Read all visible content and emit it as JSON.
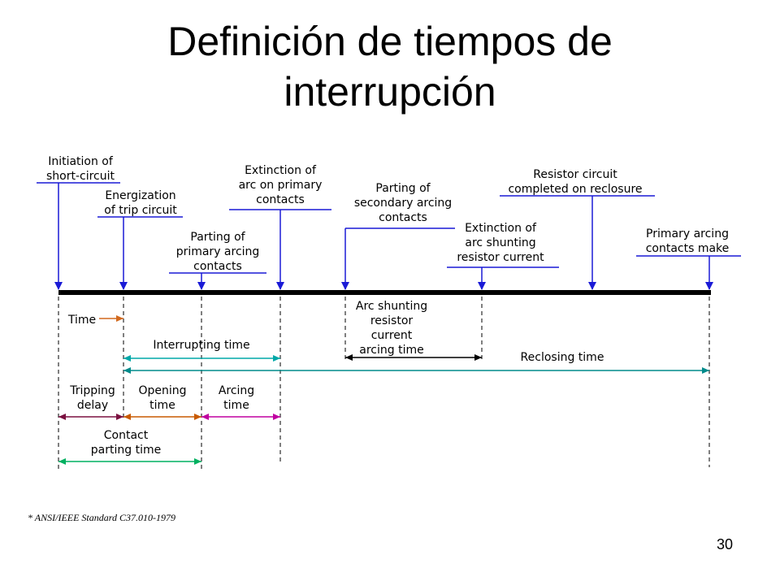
{
  "slide": {
    "title": "Definición de tiempos de\ninterrupción",
    "footnote": "* ANSI/IEEE Standard C37.010-1979",
    "page_number": "30"
  },
  "colors": {
    "event_line": "#1a1ad6",
    "time_arrow": "#d2691e",
    "interrupting_arrow": "#00a8a8",
    "reclosing_arrow": "#008b8b",
    "arc_shunting_arrow": "#000000",
    "tripping_arrow": "#7b1040",
    "opening_arrow": "#c85a00",
    "arcing_arrow": "#c000a0",
    "contact_parting_arrow": "#00b060"
  },
  "events": [
    {
      "id": "initiation",
      "lines": [
        "Initiation of",
        "short-circuit"
      ]
    },
    {
      "id": "energization",
      "lines": [
        "Energization",
        "of trip circuit"
      ]
    },
    {
      "id": "parting-primary",
      "lines": [
        "Parting of",
        "primary arcing",
        "contacts"
      ]
    },
    {
      "id": "extinction-primary",
      "lines": [
        "Extinction of",
        "arc on primary",
        "contacts"
      ]
    },
    {
      "id": "parting-secondary",
      "lines": [
        "Parting of",
        "secondary arcing",
        "contacts"
      ]
    },
    {
      "id": "extinction-shunting",
      "lines": [
        "Extinction of",
        "arc shunting",
        "resistor current"
      ]
    },
    {
      "id": "resistor-completed",
      "lines": [
        "Resistor circuit",
        "completed on reclosure"
      ]
    },
    {
      "id": "primary-make",
      "lines": [
        "Primary arcing",
        "contacts make"
      ]
    }
  ],
  "intervals": [
    {
      "id": "time",
      "lines": [
        "Time"
      ]
    },
    {
      "id": "interrupting-time",
      "lines": [
        "Interrupting time"
      ]
    },
    {
      "id": "arc-shunting-time",
      "lines": [
        "Arc shunting",
        "resistor",
        "current",
        "arcing time"
      ]
    },
    {
      "id": "reclosing-time",
      "lines": [
        "Reclosing time"
      ]
    },
    {
      "id": "tripping-delay",
      "lines": [
        "Tripping",
        "delay"
      ]
    },
    {
      "id": "opening-time",
      "lines": [
        "Opening",
        "time"
      ]
    },
    {
      "id": "arcing-time",
      "lines": [
        "Arcing",
        "time"
      ]
    },
    {
      "id": "contact-parting-time",
      "lines": [
        "Contact",
        "parting time"
      ]
    }
  ]
}
